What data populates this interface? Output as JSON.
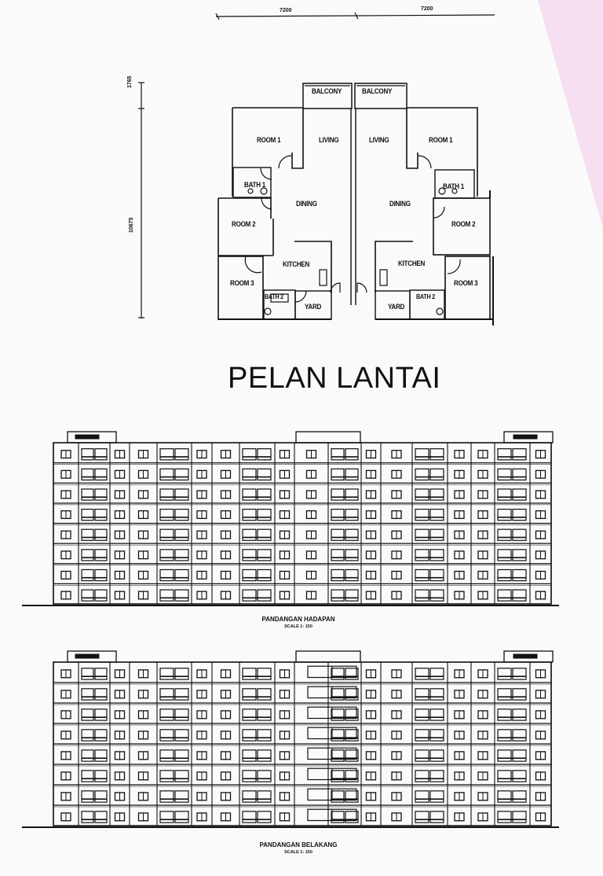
{
  "document": {
    "type": "architectural drawing sheet",
    "colors": {
      "paper": "#fbfafa",
      "ink": "#111111",
      "page_edge": "#f3d8ef"
    }
  },
  "floor_plan": {
    "dimensions": {
      "top": [
        "7200",
        "7200"
      ],
      "side": [
        "1765",
        "10675"
      ]
    },
    "left_unit": {
      "rooms": [
        "BALCONY",
        "ROOM 1",
        "LIVING",
        "BATH 1",
        "DINING",
        "ROOM 2",
        "KITCHEN",
        "ROOM 3",
        "BATH 2",
        "YARD"
      ]
    },
    "right_unit": {
      "rooms": [
        "BALCONY",
        "LIVING",
        "ROOM 1",
        "BATH 1",
        "DINING",
        "ROOM 2",
        "KITCHEN",
        "ROOM 3",
        "YARD",
        "BATH 2"
      ]
    },
    "title": "PELAN LANTAI"
  },
  "front_elevation": {
    "caption": "PANDANGAN HADAPAN",
    "scale": "SCALE 1: 150",
    "floors": 8
  },
  "rear_elevation": {
    "caption": "PANDANGAN BELAKANG",
    "scale": "SCALE 1: 150",
    "floors": 8
  }
}
